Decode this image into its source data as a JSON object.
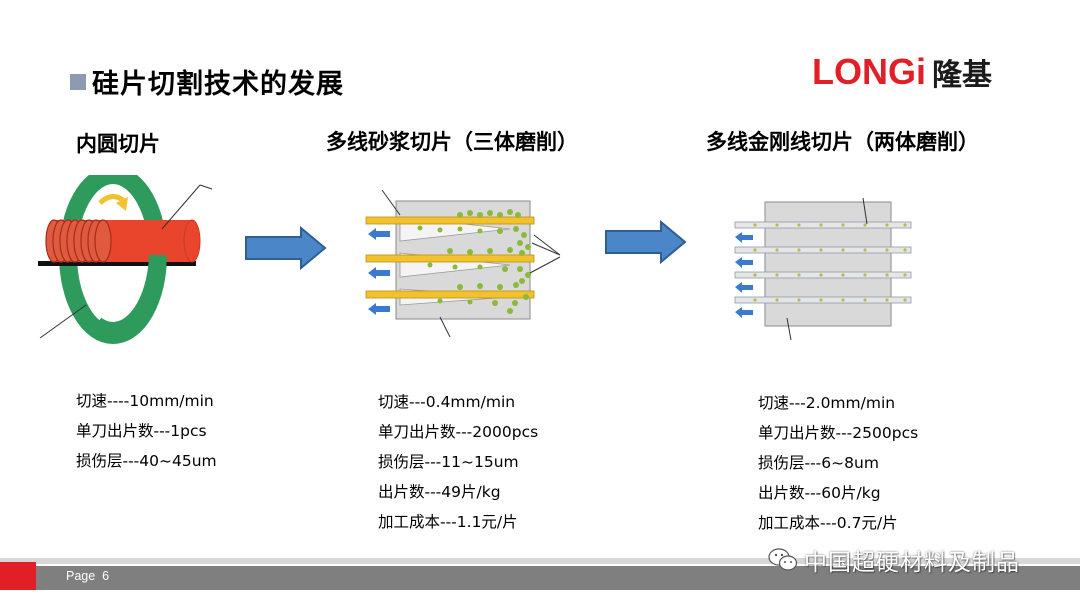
{
  "slide": {
    "title": "硅片切割技术的发展",
    "logo_text": "LONGi",
    "logo_cn": "隆基",
    "page_label": "Page",
    "page_number": "6",
    "watermark": "中国超硬材料及制品"
  },
  "methods": [
    {
      "title": "内圆切片",
      "specs": [
        "切速----10mm/min",
        "单刀出片数---1pcs",
        "损伤层---40~45um"
      ]
    },
    {
      "title": "多线砂浆切片（三体磨削）",
      "specs": [
        "切速---0.4mm/min",
        "单刀出片数---2000pcs",
        "损伤层---11~15um",
        "出片数---49片/kg",
        "加工成本---1.1元/片"
      ]
    },
    {
      "title": "多线金刚线切片（两体磨削）",
      "specs": [
        "切速---2.0mm/min",
        "单刀出片数---2500pcs",
        "损伤层---6~8um",
        "出片数---60片/kg",
        "加工成本---0.7元/片"
      ]
    }
  ],
  "colors": {
    "brand_red": "#e21f26",
    "ingot_red": "#e8452c",
    "blade_green": "#2e9a5b",
    "arrow_blue": "#4a86c8",
    "slurry_wire": "#f2c12e",
    "abrasive_green": "#8bb93a",
    "footer_gray": "#7f7f7f"
  }
}
